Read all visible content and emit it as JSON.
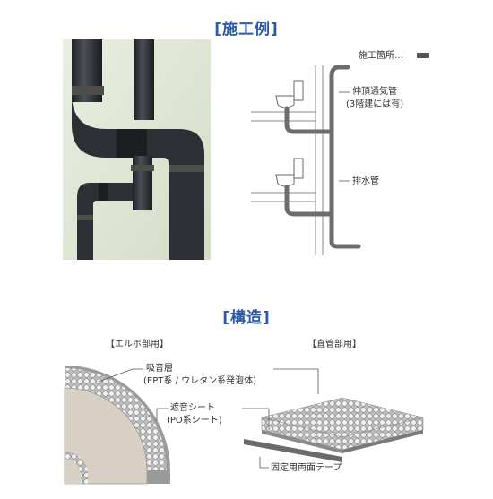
{
  "example_section": {
    "heading": "[施工例]",
    "labels": {
      "construction_site": "施工箇所…",
      "vent_pipe_line1": "伸頂通気管",
      "vent_pipe_line2": "(3階建には有)",
      "drain_pipe": "排水管"
    }
  },
  "structure_section": {
    "heading": "[構造]",
    "elbow_caption": "【エルボ部用】",
    "straight_caption": "【直管部用】",
    "labels": {
      "absorb_layer_line1": "吸音層",
      "absorb_layer_line2": "(EPT系 / ウレタン系発泡体)",
      "shield_sheet_line1": "遮音シート",
      "shield_sheet_line2": "(PO系シート)",
      "tape": "固定用両面テープ"
    }
  },
  "colors": {
    "heading_blue": "#2a5aa8",
    "pipe_dark": "#2e3236",
    "pipe_gray": "#6d6d6d",
    "foam_gray": "#cfcfcf",
    "sheet_tan": "#d8d0c4"
  }
}
